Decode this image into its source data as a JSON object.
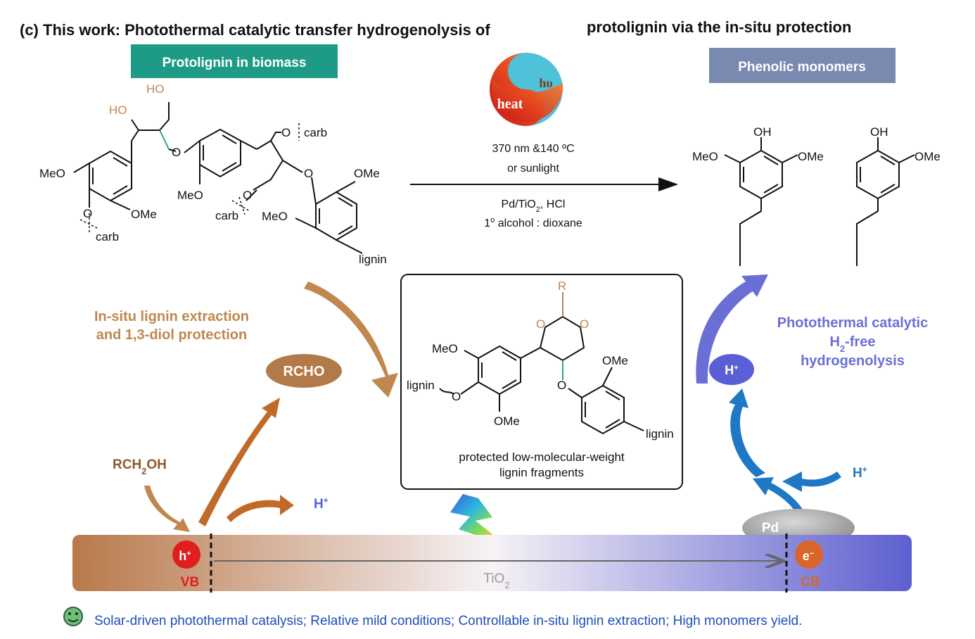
{
  "title_left": "(c) This work: Photothermal catalytic transfer hydrogenolysis of",
  "title_right": "protolignin via the in-situ protection",
  "badge_left": "Protolignin in biomass",
  "badge_right": "Phenolic monomers",
  "protolignin": {
    "ho1": "HO",
    "ho2": "HO",
    "o_carb_top": "O",
    "carb_top": "carb",
    "meo_left": "MeO",
    "ome_left": "OMe",
    "o_left": "O",
    "carb_left": "carb",
    "o_link1": "O",
    "meo_mid": "MeO",
    "carb_mid": "carb",
    "o_mid": "O",
    "o_link2": "O",
    "ome_right": "OMe",
    "meo_right": "MeO",
    "lignin": "lignin"
  },
  "energy": {
    "heat": "heat",
    "hv": "hυ"
  },
  "conditions": {
    "line1": "370 nm &140 ºC",
    "line2": "or sunlight",
    "line3_a": "Pd/TiO",
    "line3_sub": "2",
    "line3_b": ", HCl",
    "line4_a": "1",
    "line4_sup": "o",
    "line4_b": " alcohol : dioxane"
  },
  "monomers": {
    "oh1": "OH",
    "meo1": "MeO",
    "ome1": "OMe",
    "oh2": "OH",
    "ome2": "OMe"
  },
  "extraction_label": [
    "In-situ lignin extraction",
    "and 1,3-diol protection"
  ],
  "rcho": "RCHO",
  "rch2oh": {
    "a": "RCH",
    "sub": "2",
    "b": "OH"
  },
  "h_plus": "H",
  "plus": "+",
  "fragment": {
    "r": "R",
    "o1": "O",
    "o2": "O",
    "meo": "MeO",
    "ome_top": "OMe",
    "lignin_left": "lignin",
    "o_left": "O",
    "o_bottom": "O",
    "ome_bottom": "OMe",
    "lignin_right": "lignin",
    "caption": [
      "protected low-molecular-weight",
      "lignin fragments"
    ]
  },
  "photothermal_label": {
    "line1": "Photothermal catalytic",
    "line2_a": "H",
    "line2_sub": "2",
    "line2_b": "-free",
    "line3": "hydrogenolysis"
  },
  "pd": "Pd",
  "band": {
    "hole": "h",
    "electron": "e",
    "minus": "−",
    "vb": "VB",
    "cb": "CB",
    "tio2_a": "TiO",
    "tio2_sub": "2"
  },
  "footer": "Solar-driven photothermal catalysis; Relative mild conditions; Controllable in-situ lignin extraction; High monomers yield.",
  "colors": {
    "teal_badge": "#1e9b86",
    "slate_badge": "#7a89b0",
    "brown": "#c0874e",
    "brown_dark": "#8b5a2b",
    "purple": "#6a6fd6",
    "blue": "#1f78c6",
    "red": "#e01e1e",
    "orange_e": "#d9652a",
    "teal_bond": "#2aa38f",
    "footer_blue": "#1d4fb8"
  }
}
